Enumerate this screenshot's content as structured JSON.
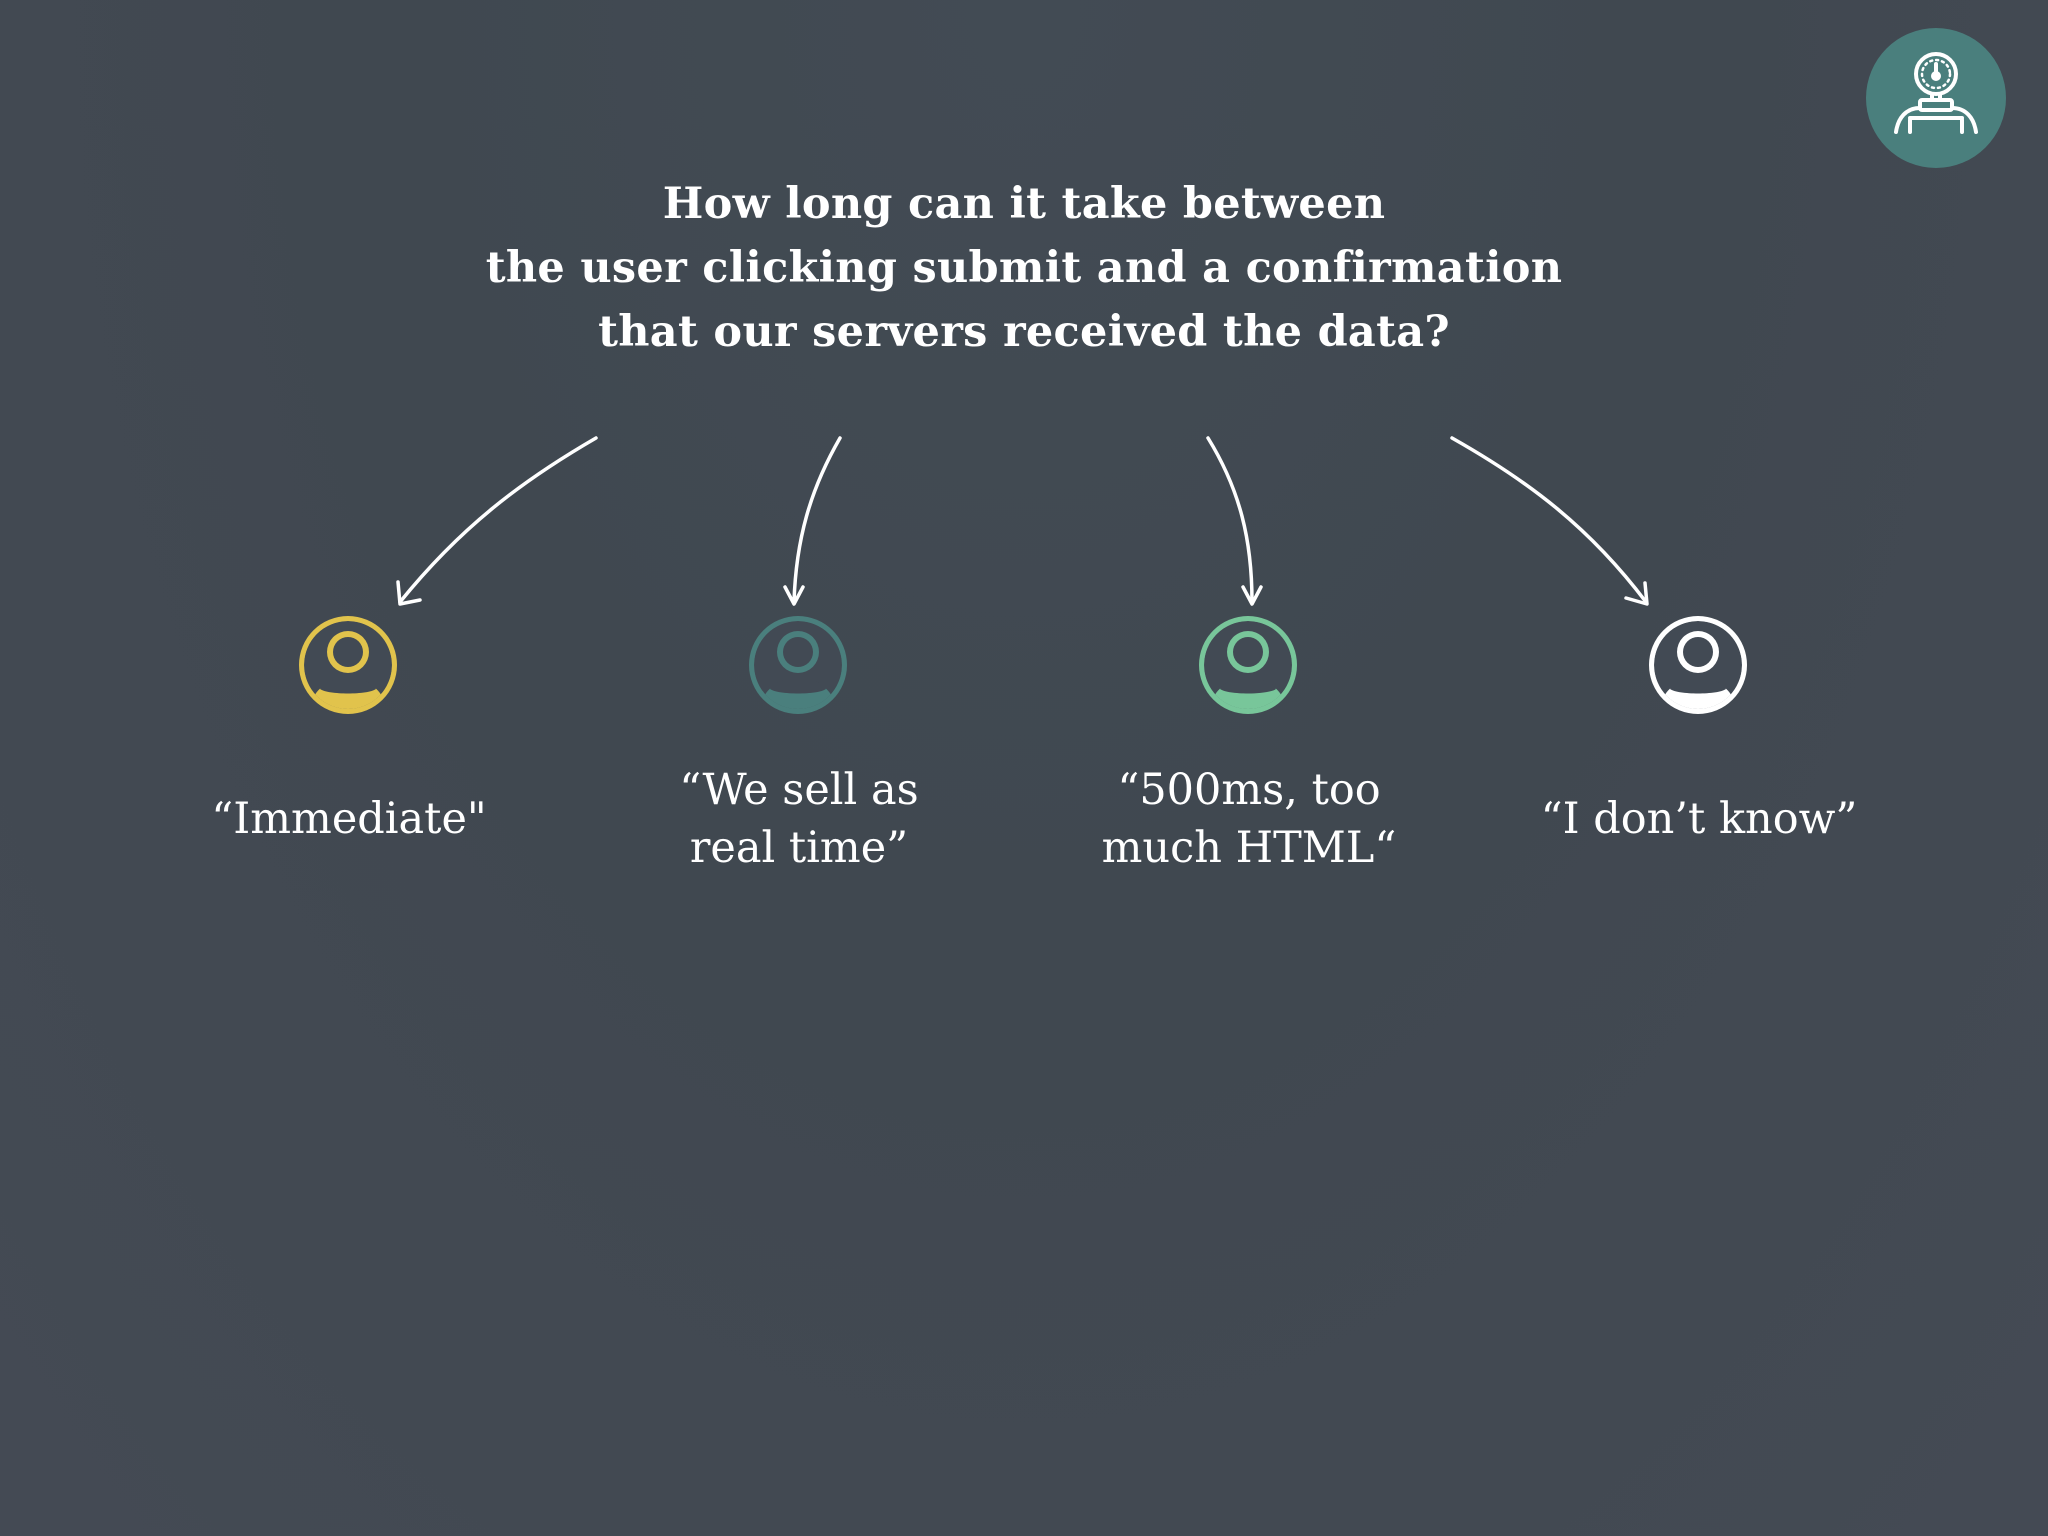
{
  "question": {
    "lines": [
      "How long can it take between",
      "the user clicking submit and a confirmation",
      "that our servers received the data?"
    ]
  },
  "logo": {
    "icon": "gauge-robot-icon",
    "color": "#4a7f7d"
  },
  "personas": [
    {
      "icon": "user-icon",
      "color": "#e1c34c",
      "answer": "“Immediate\""
    },
    {
      "icon": "user-icon",
      "color": "#4a7f7d",
      "answer": "“We sell as\nreal time”"
    },
    {
      "icon": "user-icon",
      "color": "#78c69a",
      "answer": "“500ms, too\nmuch HTML“"
    },
    {
      "icon": "user-icon",
      "color": "#ffffff",
      "answer": "“I don’t know”"
    }
  ],
  "colors": {
    "background": "#424a54",
    "text": "#ffffff",
    "arrow": "#ffffff"
  }
}
